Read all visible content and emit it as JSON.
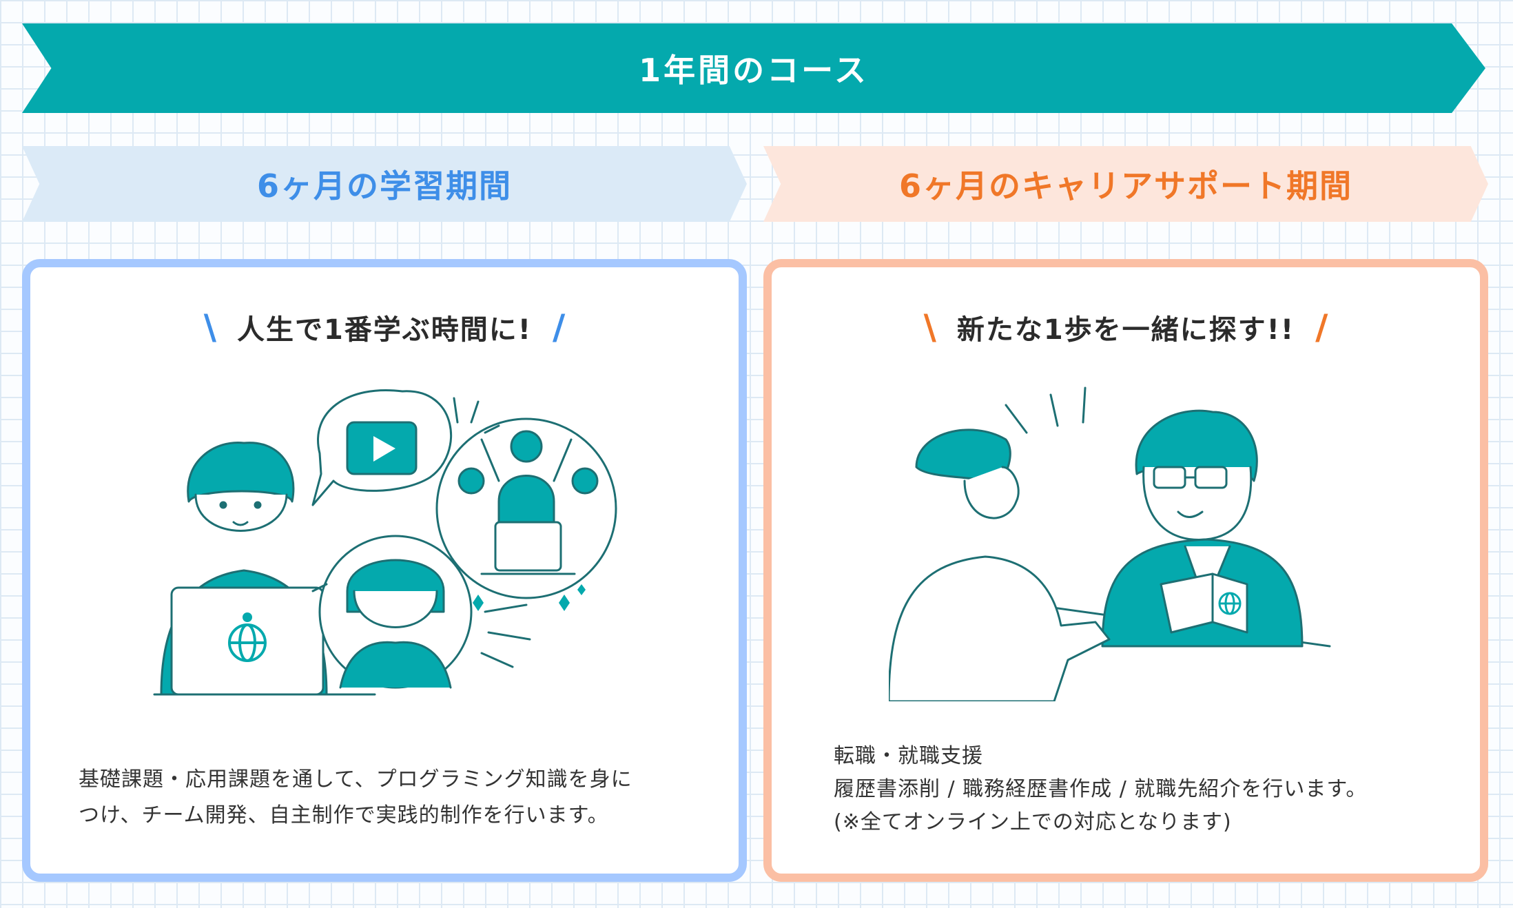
{
  "header": {
    "title": "1年間のコース"
  },
  "phases": {
    "learning": {
      "title": "6ヶ月の学習期間"
    },
    "career": {
      "title": "6ヶ月のキャリアサポート期間"
    }
  },
  "learning_panel": {
    "slash_left": "\\",
    "slash_right": "/",
    "headline": "人生で1番学ぶ時間に!",
    "description": [
      "基礎課題・応用課題を通して、プログラミング知識を身に",
      "つけ、チーム開発、自主制作で実践的制作を行います。"
    ]
  },
  "career_panel": {
    "slash_left": "\\",
    "slash_right": "/",
    "headline": "新たな1歩を一緒に探す!!",
    "description": [
      "転職・就職支援",
      "履歴書添削 / 職務経歴書作成 / 就職先紹介を行います。",
      "(※全てオンライン上での対応となります)"
    ]
  },
  "colors": {
    "teal": "#04a9ad",
    "blue_accent": "#3e8ee8",
    "orange_accent": "#f07728",
    "blue_border": "#a5c8ff",
    "orange_border": "#fbbfa4"
  },
  "icons": [
    "play-icon",
    "globe-icon",
    "sparkle-icon"
  ]
}
